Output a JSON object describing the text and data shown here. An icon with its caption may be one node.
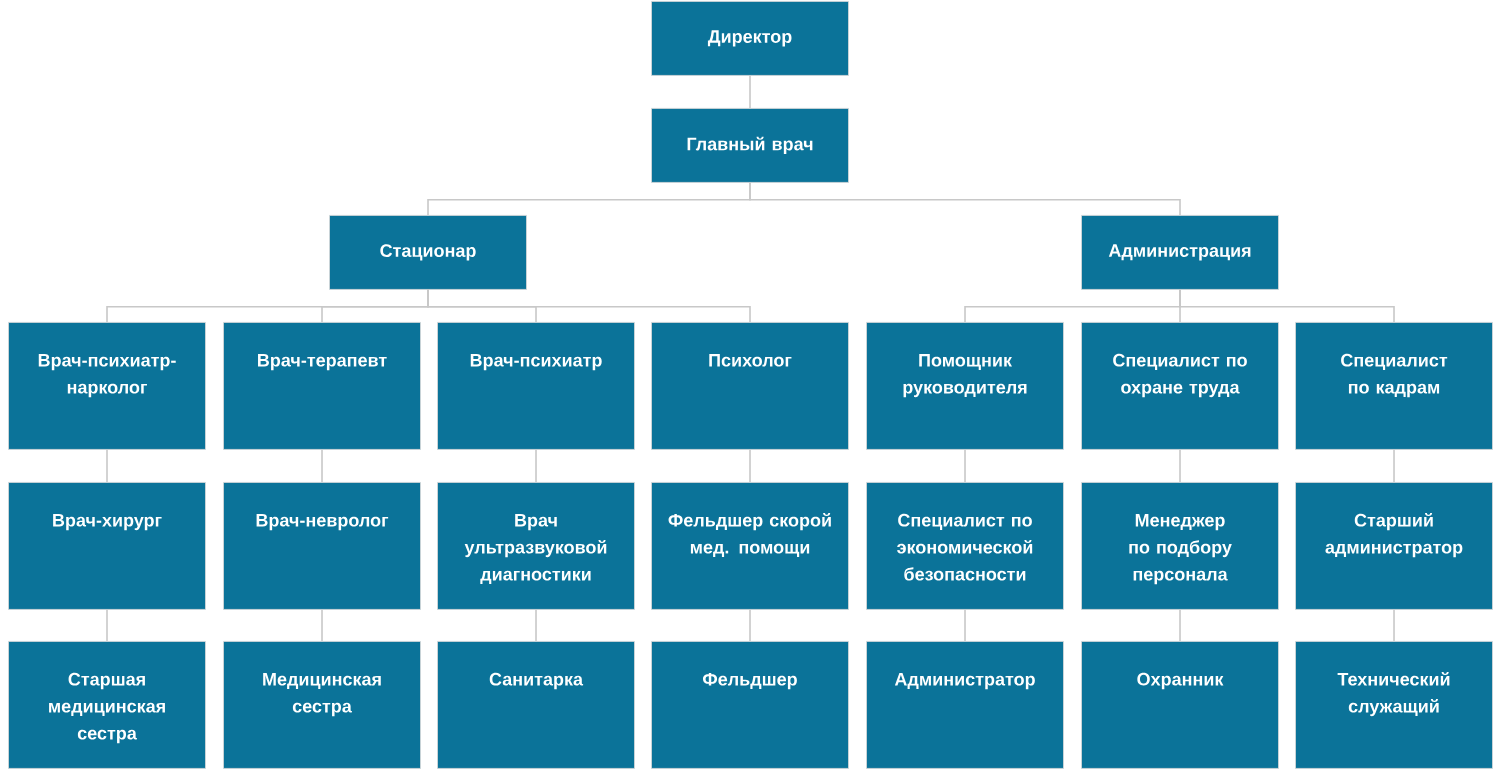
{
  "diagram": {
    "nodes": [
      {
        "text": [
          "Директор"
        ]
      },
      {
        "text": [
          "Главный врач"
        ]
      },
      {
        "text": [
          "Стационар"
        ]
      },
      {
        "text": [
          "Администрация"
        ]
      },
      {
        "text": [
          "Врач-психиатр-нарколог"
        ]
      },
      {
        "text": [
          "Врач-терапевт"
        ]
      },
      {
        "text": [
          "Врач-психиатр"
        ]
      },
      {
        "text": [
          "Психолог"
        ]
      },
      {
        "text": [
          "Помощник руководителя"
        ]
      },
      {
        "text": [
          "Специалист по охране труда"
        ]
      },
      {
        "text": [
          "Специалист по кадрам"
        ]
      },
      {
        "text": [
          "Врач-хирург"
        ]
      },
      {
        "text": [
          "Врач-невролог"
        ]
      },
      {
        "text": [
          "Врач ультразвуковой диагностики"
        ]
      },
      {
        "text": [
          "Фельдшер скорой мед. помощи"
        ]
      },
      {
        "text": [
          "Специалист по экономической безопасности"
        ]
      },
      {
        "text": [
          "Менеджер по подбору персонала"
        ]
      },
      {
        "text": [
          "Старший администратор"
        ]
      },
      {
        "text": [
          "Старшая медицинская сестра"
        ]
      },
      {
        "text": [
          "Медицинская сестра"
        ]
      },
      {
        "text": [
          "Санитарка"
        ]
      },
      {
        "text": [
          "Фельдшер"
        ]
      },
      {
        "text": [
          "Администратор"
        ]
      },
      {
        "text": [
          "Охранник"
        ]
      },
      {
        "text": [
          "Технический служащий"
        ]
      }
    ],
    "edges": [
      {
        "from": 0,
        "to": 1,
        "arrow": "none"
      },
      {
        "from": 1,
        "to": 2,
        "arrow": "none"
      },
      {
        "from": 1,
        "to": 3,
        "arrow": "none"
      },
      {
        "from": 2,
        "to": 4,
        "arrow": "none"
      },
      {
        "from": 2,
        "to": 5,
        "arrow": "none"
      },
      {
        "from": 2,
        "to": 6,
        "arrow": "none"
      },
      {
        "from": 2,
        "to": 7,
        "arrow": "none"
      },
      {
        "from": 3,
        "to": 8,
        "arrow": "none"
      },
      {
        "from": 3,
        "to": 9,
        "arrow": "none"
      },
      {
        "from": 3,
        "to": 10,
        "arrow": "none"
      },
      {
        "from": 4,
        "to": 11,
        "arrow": "none"
      },
      {
        "from": 5,
        "to": 12,
        "arrow": "none"
      },
      {
        "from": 6,
        "to": 13,
        "arrow": "none"
      },
      {
        "from": 7,
        "to": 14,
        "arrow": "none"
      },
      {
        "from": 8,
        "to": 15,
        "arrow": "none"
      },
      {
        "from": 9,
        "to": 16,
        "arrow": "none"
      },
      {
        "from": 10,
        "to": 17,
        "arrow": "none"
      },
      {
        "from": 11,
        "to": 18,
        "arrow": "none"
      },
      {
        "from": 12,
        "to": 19,
        "arrow": "none"
      },
      {
        "from": 13,
        "to": 20,
        "arrow": "none"
      },
      {
        "from": 14,
        "to": 21,
        "arrow": "none"
      },
      {
        "from": 15,
        "to": 22,
        "arrow": "none"
      },
      {
        "from": 16,
        "to": 23,
        "arrow": "none"
      },
      {
        "from": 17,
        "to": 24,
        "arrow": "none"
      }
    ]
  }
}
